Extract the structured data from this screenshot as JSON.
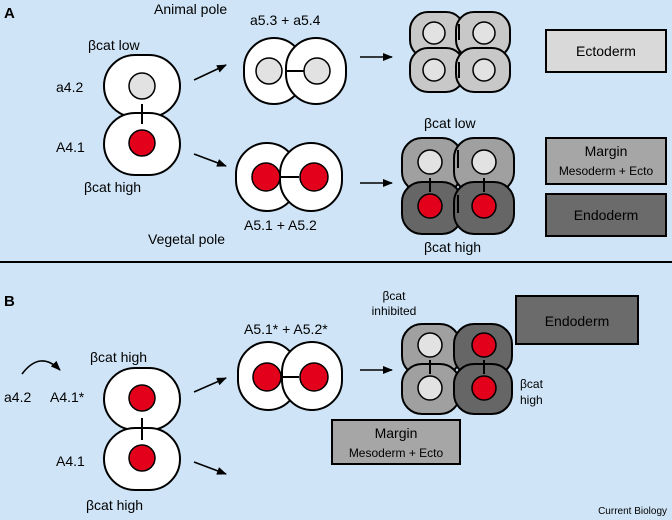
{
  "panels": {
    "a": {
      "label": "A",
      "animal_pole": "Animal pole",
      "vegetal_pole": "Vegetal pole",
      "bcat_low_top": "βcat low",
      "bcat_high_bottom": "βcat high",
      "cell_a42": "a4.2",
      "cell_A41": "A4.1",
      "pair_top": "a5.3 + a5.4",
      "pair_bottom": "A5.1 + A5.2",
      "right_bcat_low": "βcat low",
      "right_bcat_high": "βcat high",
      "box_ectoderm": "Ectoderm",
      "box_margin": "Margin",
      "box_margin_sub": "Mesoderm + Ecto",
      "box_endoderm": "Endoderm"
    },
    "b": {
      "label": "B",
      "cell_a42": "a4.2",
      "cell_A41_star": "A4.1*",
      "cell_A41": "A4.1",
      "bcat_high_top": "βcat high",
      "bcat_high_bottom": "βcat high",
      "pair": "A5.1* + A5.2*",
      "bcat_inhibited_1": "βcat",
      "bcat_inhibited_2": "inhibited",
      "bcat_high_right_1": "βcat",
      "bcat_high_right_2": "high",
      "box_endoderm": "Endoderm",
      "box_margin": "Margin",
      "box_margin_sub": "Mesoderm + Ecto"
    }
  },
  "footer": "Current Biology",
  "colors": {
    "background": "#cfe5f7",
    "nucleus_red": "#e3001b",
    "nucleus_light": "#e2e2e2",
    "cell_white": "#ffffff",
    "cell_light_gray": "#c8c8c8",
    "cell_mid_gray": "#a0a0a0",
    "cell_dark_gray": "#666666",
    "box_light": "#d9d9d9",
    "box_mid": "#a6a6a6",
    "box_dark": "#6b6b6b",
    "divider": "#000000"
  }
}
